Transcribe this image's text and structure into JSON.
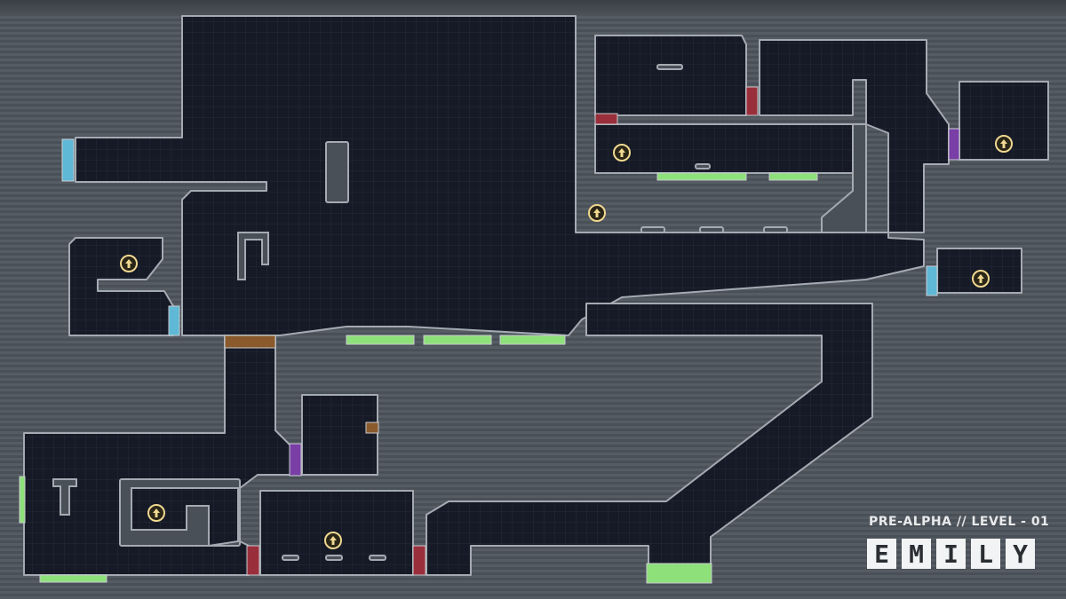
{
  "hud": {
    "level_label": "PRE-ALPHA // LEVEL - 01",
    "logo_letters": [
      "E",
      "M",
      "I",
      "L",
      "Y"
    ]
  },
  "colors": {
    "floor": "#161a26",
    "grid": "#232a3a",
    "wall": "#4a5058",
    "wall_edge": "#a4aab2",
    "door_cyan": "#5fb8d6",
    "door_red": "#9a2f3c",
    "door_purple": "#7a3fa6",
    "door_orange": "#8a5a2c",
    "platform_green": "#8ee07a",
    "marker": "#f0d890"
  },
  "markers": {
    "icon": "upgrade-arrow-circle-icon",
    "count": 7
  }
}
